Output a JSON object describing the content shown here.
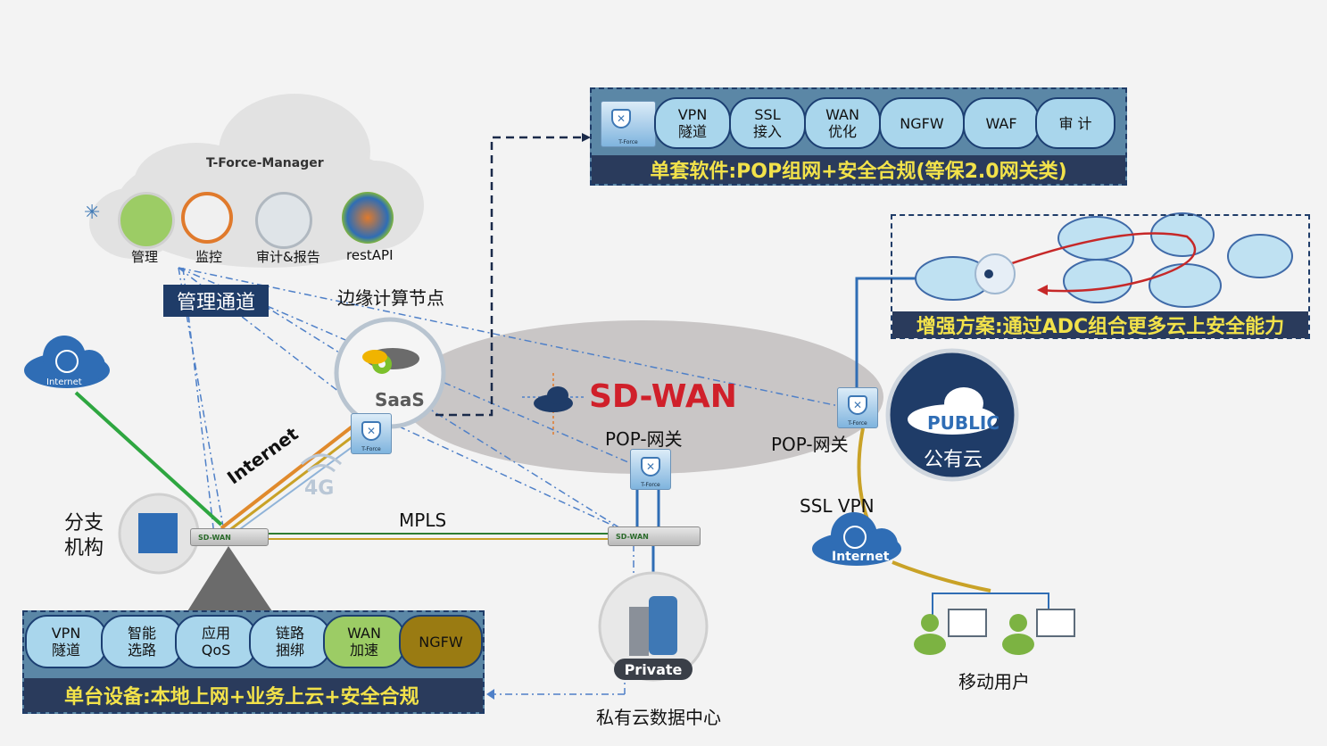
{
  "manager": {
    "title": "T-Force-Manager",
    "items": [
      {
        "label": "管理",
        "icon": "management-icon"
      },
      {
        "label": "监控",
        "icon": "monitor-icon"
      },
      {
        "label": "审计&报告",
        "icon": "audit-report-icon"
      },
      {
        "label": "restAPI",
        "icon": "rest-api-icon"
      }
    ]
  },
  "mgmt_channel": "管理通道",
  "edge_node": "边缘计算节点",
  "saas": "SaaS",
  "sdwan_title": "SD-WAN",
  "pop_gateway_1": "POP-网关",
  "pop_gateway_2": "POP-网关",
  "top_panel": {
    "pills": [
      {
        "l1": "VPN",
        "l2": "隧道"
      },
      {
        "l1": "SSL",
        "l2": "接入"
      },
      {
        "l1": "WAN",
        "l2": "优化"
      },
      {
        "l1": "NGFW",
        "l2": ""
      },
      {
        "l1": "WAF",
        "l2": ""
      },
      {
        "l1": "审 计",
        "l2": ""
      }
    ],
    "banner": "单套软件:POP组网+安全合规(等保2.0网关类)"
  },
  "adc_panel": {
    "banner": "增强方案:通过ADC组合更多云上安全能力"
  },
  "public_cloud": {
    "badge": "PUBLIC",
    "label": "公有云"
  },
  "internet_left": "Internet",
  "internet_link": "Internet",
  "cellular": "4G",
  "mpls": "MPLS",
  "branch": {
    "l1": "分支",
    "l2": "机构"
  },
  "device_label": "SD-WAN",
  "device_label_2": "SD-WAN",
  "cube_label": "T-Force",
  "ssl_vpn": "SSL VPN",
  "internet_right": "Internet",
  "mobile_users": "移动用户",
  "private": {
    "badge": "Private",
    "label": "私有云数据中心"
  },
  "bottom_panel": {
    "pills": [
      {
        "l1": "VPN",
        "l2": "隧道"
      },
      {
        "l1": "智能",
        "l2": "选路"
      },
      {
        "l1": "应用",
        "l2": "QoS"
      },
      {
        "l1": "链路",
        "l2": "捆绑"
      },
      {
        "l1": "WAN",
        "l2": "加速"
      },
      {
        "l1": "NGFW",
        "l2": ""
      }
    ],
    "banner": "单台设备:本地上网+业务上云+安全合规"
  },
  "colors": {
    "banner_bg": "#2a3b5c",
    "banner_text": "#f2e24a",
    "pill": "#a9d6ec",
    "sdwan_red": "#d0202a",
    "navy": "#1f3c68",
    "green_link": "#2ea640",
    "gold_link": "#c9a227"
  }
}
